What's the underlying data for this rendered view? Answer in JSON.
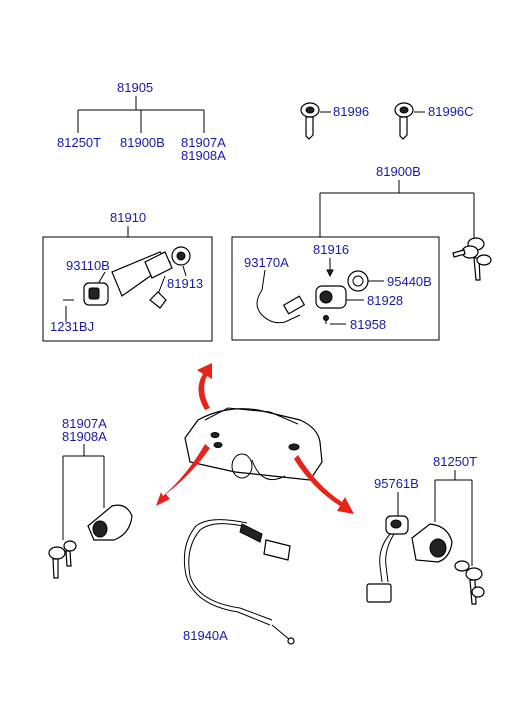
{
  "colors": {
    "label": "#1a1aa6",
    "arrow": "#e8231a",
    "line": "#000000"
  },
  "labels": {
    "p81905": "81905",
    "p81250T_top": "81250T",
    "p81900B_top": "81900B",
    "p81907A_top": "81907A",
    "p81908A_top": "81908A",
    "p81996": "81996",
    "p81996C": "81996C",
    "p81900B_group": "81900B",
    "p81910": "81910",
    "p93110B": "93110B",
    "p81913": "81913",
    "p1231BJ": "1231BJ",
    "p81916": "81916",
    "p93170A": "93170A",
    "p95440B": "95440B",
    "p81928": "81928",
    "p81958": "81958",
    "p81907A_left": "81907A",
    "p81908A_left": "81908A",
    "p95761B": "95761B",
    "p81250T_right": "81250T",
    "p81940A": "81940A"
  }
}
